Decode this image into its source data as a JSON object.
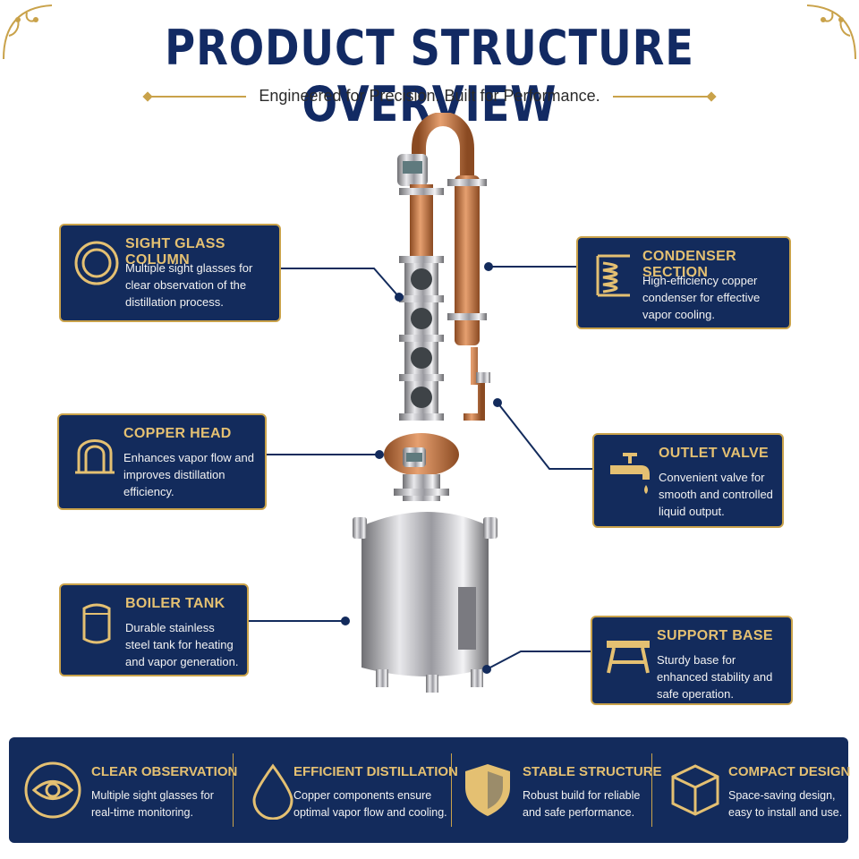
{
  "header": {
    "title": "PRODUCT STRUCTURE OVERVIEW",
    "subtitle": "Engineered for Precision. Built for Performance."
  },
  "colors": {
    "navy": "#132b5c",
    "gold": "#c9a24a",
    "gold_text": "#e4c072",
    "copper": "#c7743f"
  },
  "cards": {
    "sight_glass": {
      "icon": "ring-icon",
      "title": "SIGHT GLASS COLUMN",
      "desc": "Multiple sight glasses for clear observation of the distillation process."
    },
    "copper_head": {
      "icon": "dome-icon",
      "title": "COPPER HEAD",
      "desc": "Enhances vapor flow and improves distillation efficiency."
    },
    "boiler_tank": {
      "icon": "tank-icon",
      "title": "BOILER TANK",
      "desc": "Durable stainless steel tank for heating and vapor generation."
    },
    "condenser": {
      "icon": "coil-icon",
      "title": "CONDENSER SECTION",
      "desc": "High-efficiency copper condenser for effective vapor cooling."
    },
    "outlet_valve": {
      "icon": "faucet-icon",
      "title": "OUTLET VALVE",
      "desc": "Convenient valve for smooth and controlled liquid output."
    },
    "support_base": {
      "icon": "stool-icon",
      "title": "SUPPORT BASE",
      "desc": "Sturdy base for enhanced stability and safe operation."
    }
  },
  "features": [
    {
      "icon": "eye-icon",
      "title": "CLEAR OBSERVATION",
      "desc": "Multiple sight glasses for real-time monitoring."
    },
    {
      "icon": "drop-icon",
      "title": "EFFICIENT DISTILLATION",
      "desc": "Copper components ensure optimal vapor flow and cooling."
    },
    {
      "icon": "shield-icon",
      "title": "STABLE STRUCTURE",
      "desc": "Robust build for reliable and safe performance."
    },
    {
      "icon": "cube-icon",
      "title": "COMPACT DESIGN",
      "desc": "Space-saving design, easy to install and use."
    }
  ]
}
